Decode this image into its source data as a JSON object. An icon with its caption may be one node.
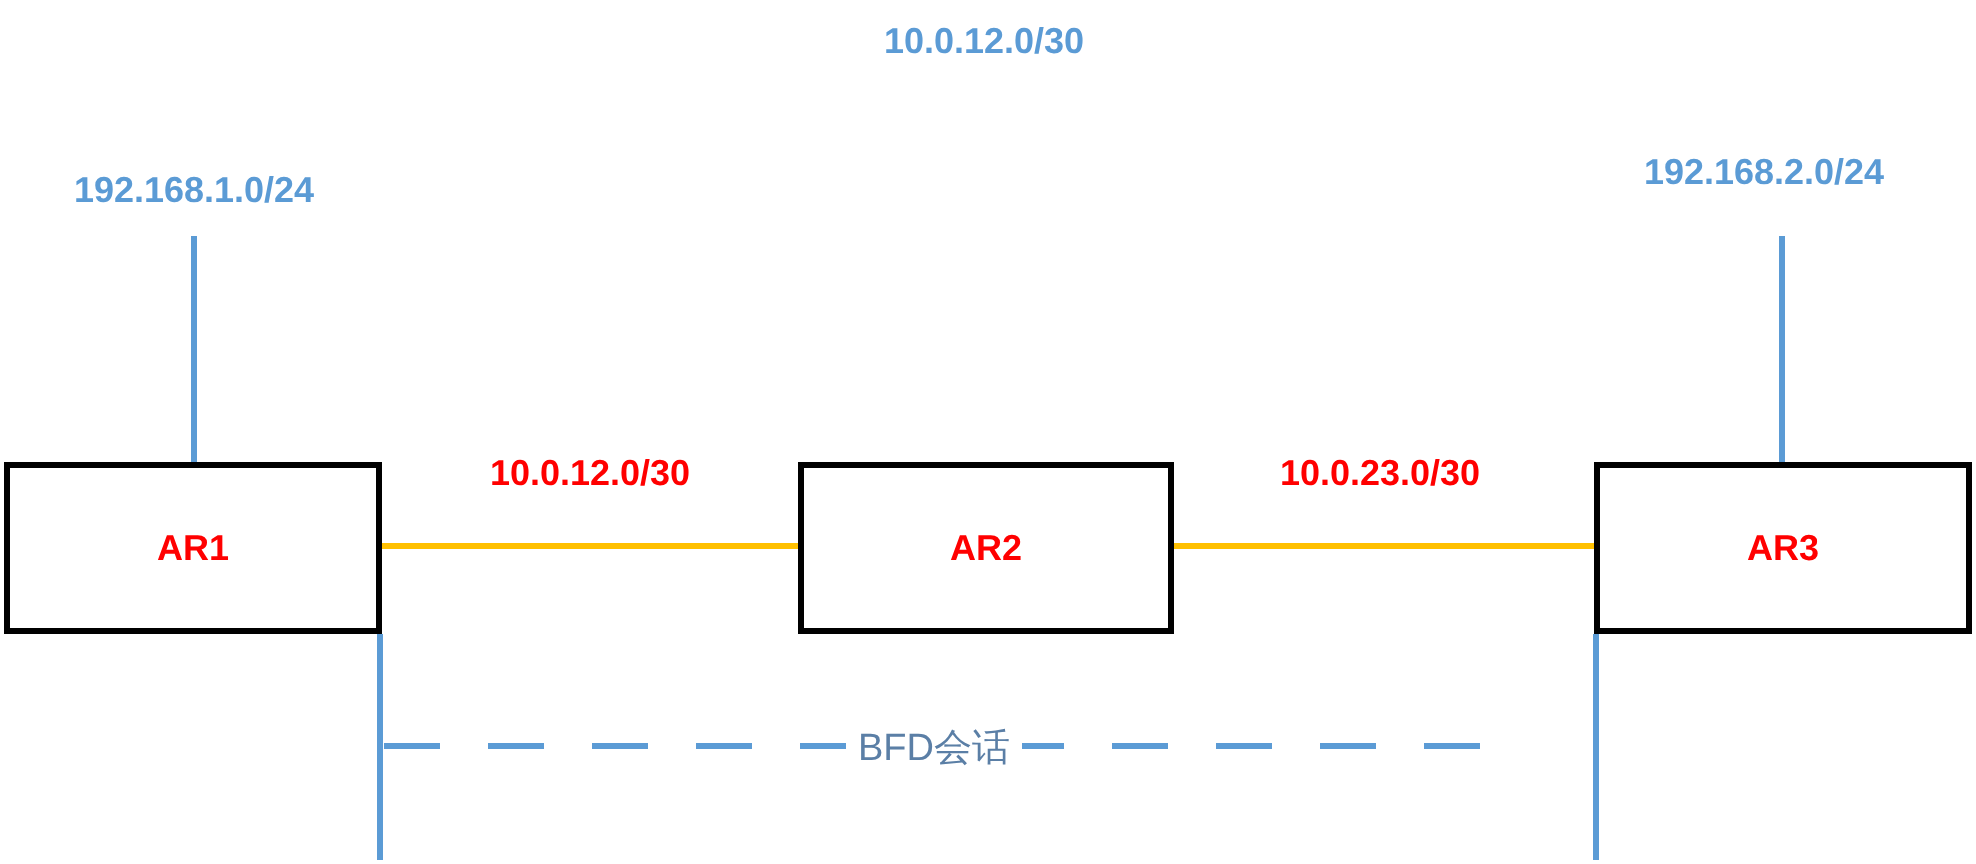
{
  "diagram": {
    "nodes": [
      {
        "text": [
          "192.168.1.0/24"
        ]
      },
      {
        "text": [
          "192.168.2.0/24"
        ]
      },
      {
        "text": [
          "AR1"
        ]
      },
      {
        "text": [
          "AR2"
        ]
      },
      {
        "text": [
          "AR3"
        ]
      }
    ],
    "edges": [
      {
        "from": 2,
        "to": 0,
        "arrow": "none"
      },
      {
        "from": 4,
        "to": 1,
        "arrow": "none"
      },
      {
        "from": 2,
        "to": 3,
        "arrow": "none",
        "label": "10.0.12.0/30",
        "color": "#ffc000"
      },
      {
        "from": 3,
        "to": 4,
        "arrow": "none",
        "label": "10.0.23.0/30",
        "color": "#ffc000"
      },
      {
        "from": 2,
        "to": null,
        "arrow": "none"
      },
      {
        "from": 4,
        "to": null,
        "arrow": "none"
      }
    ],
    "labels": [
      "10.0.12.0/30",
      "BFD会话"
    ]
  }
}
